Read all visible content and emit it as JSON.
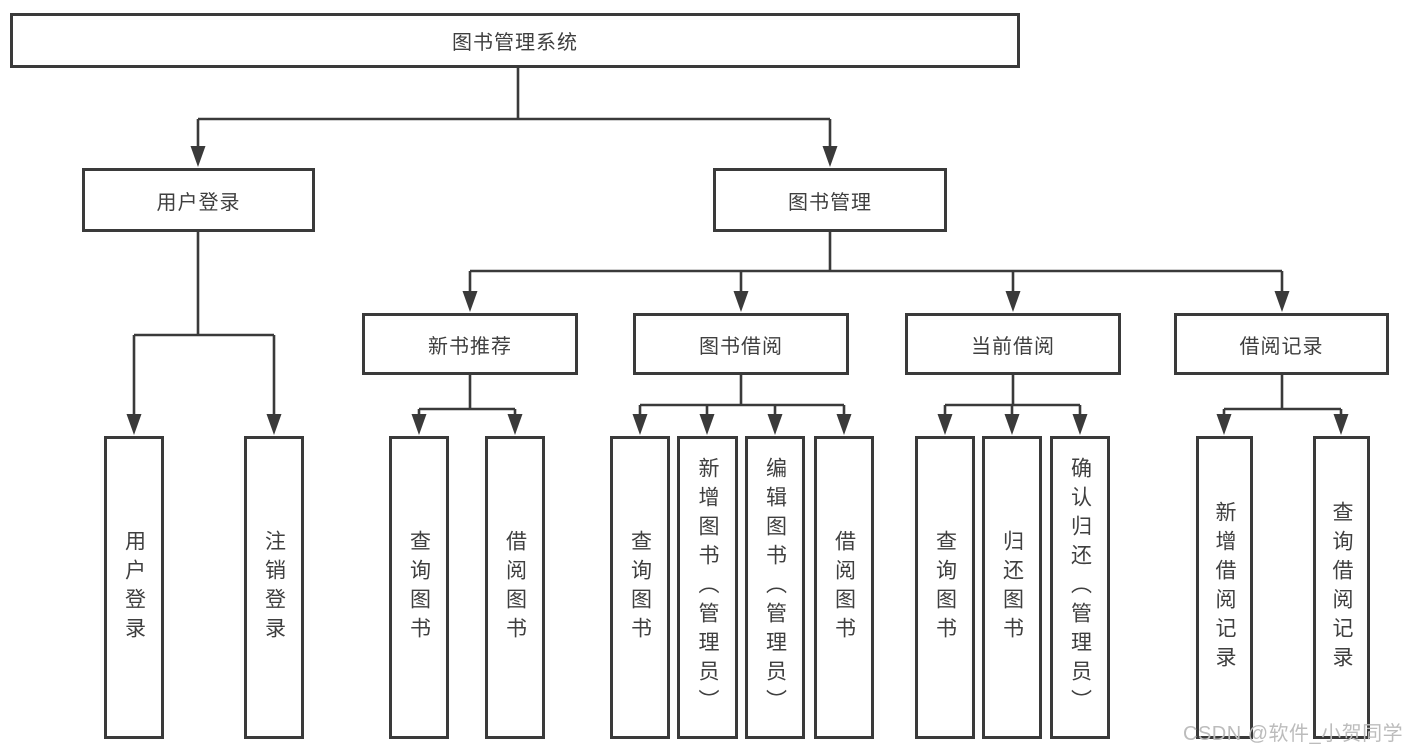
{
  "diagram_title": "图书管理系统",
  "nodes": {
    "root": "图书管理系统",
    "user_login": "用户登录",
    "book_management": "图书管理",
    "new_book_recommend": "新书推荐",
    "book_borrowing": "图书借阅",
    "current_borrowing": "当前借阅",
    "borrowing_records": "借阅记录",
    "leaf_user_login": "用户登录",
    "leaf_logout": "注销登录",
    "leaf_recommend_query_books": "查询图书",
    "leaf_recommend_borrow_books": "借阅图书",
    "leaf_borrowing_query_books": "查询图书",
    "leaf_borrowing_add_books": "新增图书（管理员）",
    "leaf_borrowing_edit_books": "编辑图书（管理员）",
    "leaf_borrowing_borrow_books": "借阅图书",
    "leaf_current_query_books": "查询图书",
    "leaf_current_return_books": "归还图书",
    "leaf_current_confirm_return": "确认归还（管理员）",
    "leaf_records_add_record": "新增借阅记录",
    "leaf_records_query_record": "查询借阅记录"
  },
  "watermark": "CSDN @软件_小贺同学",
  "colors": {
    "line": "#3a3a3a",
    "text": "#3f3f3f",
    "watermark": "#bcbcbc",
    "background": "#ffffff"
  }
}
